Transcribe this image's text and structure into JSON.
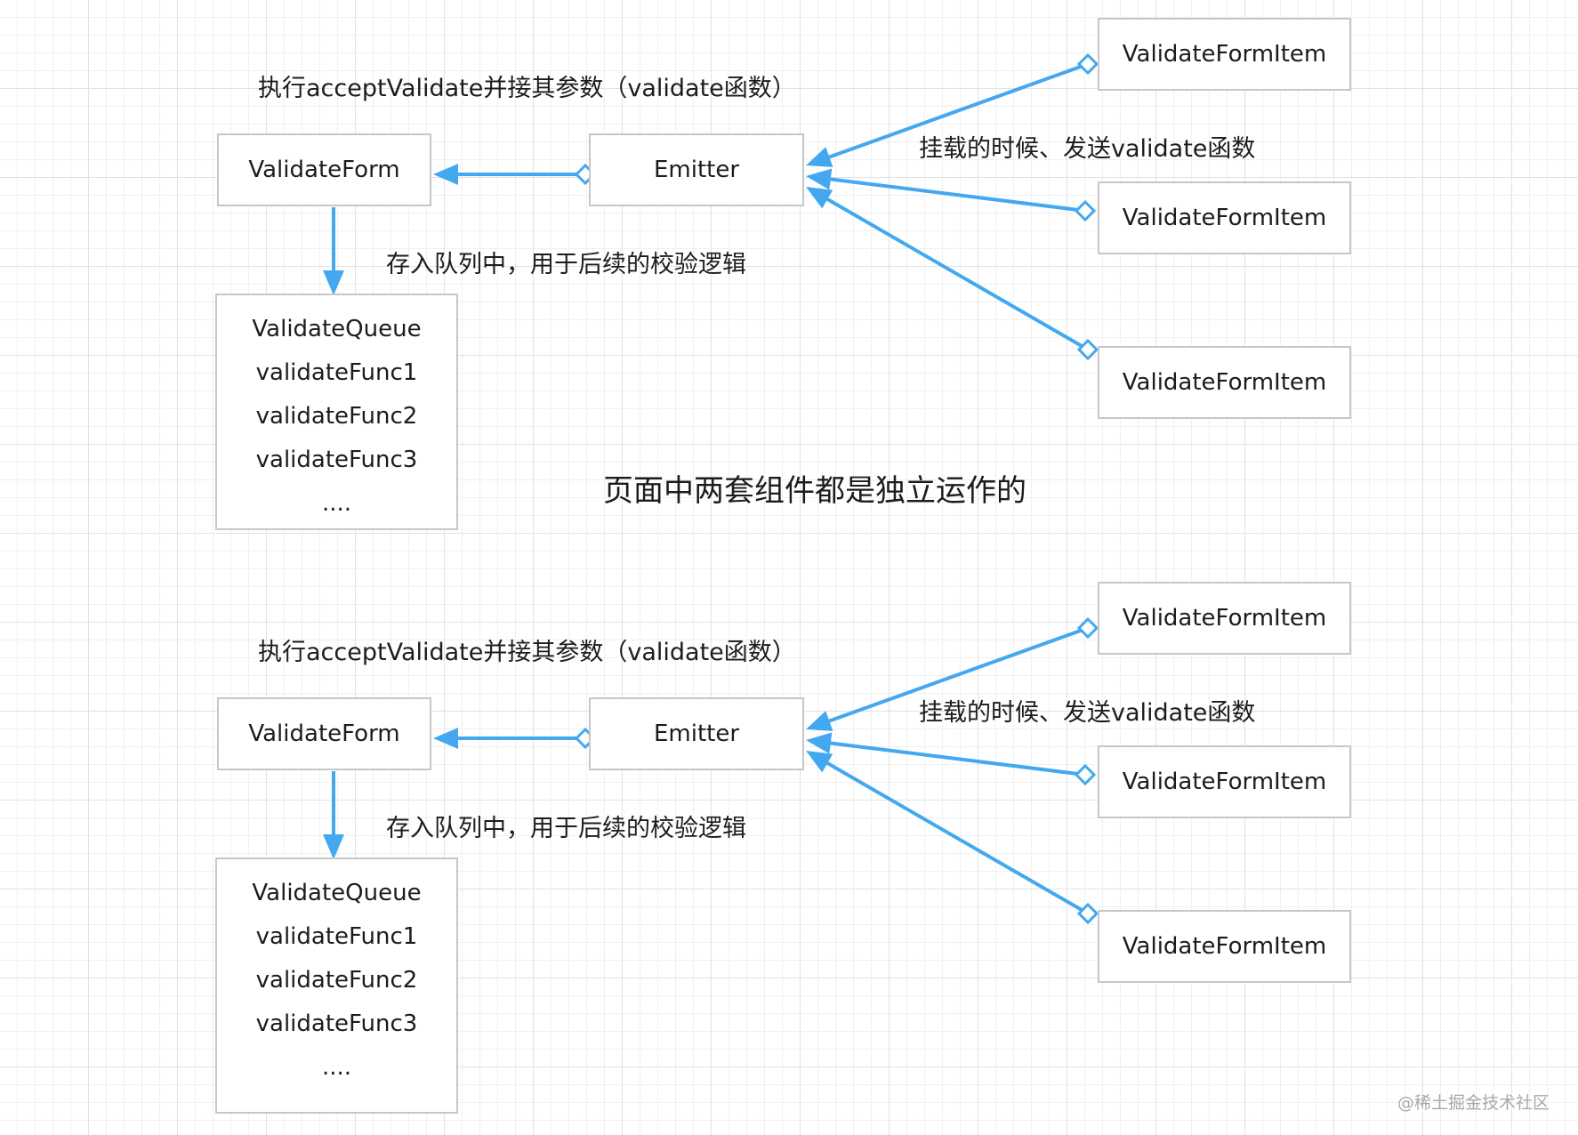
{
  "colors": {
    "link": "#43a8f0",
    "box_border": "#c7c7c7",
    "grid": "#e2e2e2"
  },
  "groups": [
    {
      "accept_label": "执行acceptValidate并接其参数（validate函数）",
      "form": "ValidateForm",
      "emitter": "Emitter",
      "mount_label": "挂载的时候、发送validate函数",
      "queue_label": "存入队列中，用于后续的校验逻辑",
      "queue": [
        "ValidateQueue",
        "validateFunc1",
        "validateFunc2",
        "validateFunc3",
        "...."
      ],
      "items": [
        "ValidateFormItem",
        "ValidateFormItem",
        "ValidateFormItem"
      ]
    },
    {
      "accept_label": "执行acceptValidate并接其参数（validate函数）",
      "form": "ValidateForm",
      "emitter": "Emitter",
      "mount_label": "挂载的时候、发送validate函数",
      "queue_label": "存入队列中，用于后续的校验逻辑",
      "queue": [
        "ValidateQueue",
        "validateFunc1",
        "validateFunc2",
        "validateFunc3",
        "...."
      ],
      "items": [
        "ValidateFormItem",
        "ValidateFormItem",
        "ValidateFormItem"
      ]
    }
  ],
  "middle_label": "页面中两套组件都是独立运作的",
  "watermark": "@稀土掘金技术社区"
}
